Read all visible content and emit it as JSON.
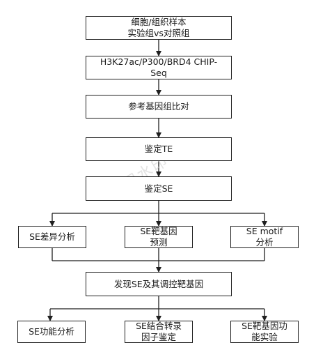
{
  "nodes": {
    "sample": {
      "line1": "细胞/组织样本",
      "line2": "实验组vs对照组"
    },
    "chip": {
      "line1": "H3K27ac/P300/BRD4 CHIP-",
      "line2": "Seq"
    },
    "align": {
      "line1": "参考基因组比对"
    },
    "te": {
      "line1": "鉴定TE"
    },
    "se": {
      "line1": "鉴定SE"
    },
    "diff": {
      "line1": "SE差异分析"
    },
    "target_pred": {
      "line1": "SE靶基因",
      "line2": "预测"
    },
    "motif": {
      "line1": "SE motif",
      "line2": "分析"
    },
    "discover": {
      "line1": "发现SE及其调控靶基因"
    },
    "func": {
      "line1": "SE功能分析"
    },
    "tf": {
      "line1": "SE结合转录",
      "line2": "因子鉴定"
    },
    "target_exp": {
      "line1": "SE靶基因功",
      "line2": "能实验"
    }
  },
  "watermark": {
    "text": "试用水印"
  },
  "colors": {
    "stroke": "#1f1f1f",
    "fill": "#ffffff",
    "text": "#1a1a1a"
  }
}
